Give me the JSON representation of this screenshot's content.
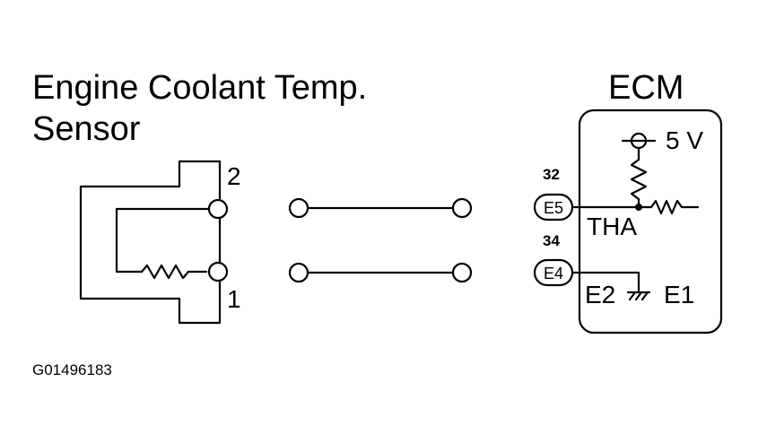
{
  "sensor": {
    "title_line1": "Engine Coolant Temp.",
    "title_line2": "Sensor",
    "pin_top": "2",
    "pin_bottom": "1"
  },
  "ecm": {
    "title": "ECM",
    "voltage": "5 V",
    "pin_num_top": "32",
    "pin_num_bottom": "34",
    "terminal_top": "E5",
    "terminal_bottom": "E4",
    "signal_label": "THA",
    "ground_label_left": "E2",
    "ground_label_right": "E1"
  },
  "figure_id": "G01496183"
}
